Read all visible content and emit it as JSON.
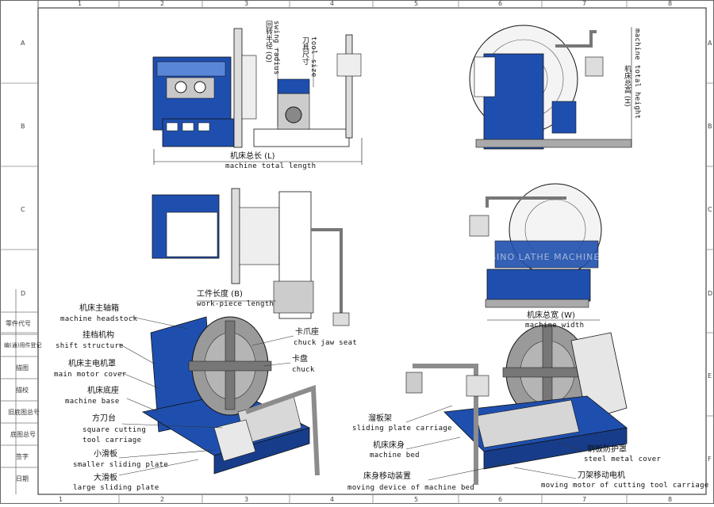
{
  "border": {
    "col_ticks": [
      "1",
      "2",
      "3",
      "4",
      "5",
      "6",
      "7",
      "8"
    ],
    "row_ticks": [
      "A",
      "B",
      "C",
      "D",
      "E",
      "F"
    ],
    "side_cells": [
      "零件代号",
      "编(通)用件登记",
      "描图",
      "描校",
      "旧底图总号",
      "底图总号",
      "签字",
      "日期"
    ]
  },
  "views": {
    "front": {
      "swing_radius_cn": "回转半径 (Q)",
      "swing_radius_en": "swing radius",
      "tool_size_cn": "刀具尺寸",
      "tool_size_en": "tool size",
      "total_length_cn": "机床总长 (L)",
      "total_length_en": "machine total length"
    },
    "side": {
      "total_height_cn": "机床总高 (H)",
      "total_height_en": "machine total height"
    },
    "top": {
      "workpiece_length_cn": "工件长度 (B)",
      "workpiece_length_en": "work-piece length"
    },
    "rear": {
      "total_width_cn": "机床总宽 (W)",
      "total_width_en": "machine width",
      "watermark": "SINO LATHE MACHINE"
    }
  },
  "left_callouts": [
    {
      "cn": "机床主轴箱",
      "en": "machine headstock"
    },
    {
      "cn": "挂档机构",
      "en": "shift structure"
    },
    {
      "cn": "机床主电机罩",
      "en": "main motor cover"
    },
    {
      "cn": "机床底座",
      "en": "machine base"
    },
    {
      "cn": "方刀台",
      "en": "square cutting tool carriage"
    },
    {
      "cn": "小滑板",
      "en": "smaller sliding plate"
    },
    {
      "cn": "大滑板",
      "en": "large sliding plate"
    },
    {
      "cn": "卡爪座",
      "en": "chuck jaw seat"
    },
    {
      "cn": "卡盘",
      "en": "chuck"
    }
  ],
  "right_callouts": [
    {
      "cn": "溜板架",
      "en": "sliding plate carriage"
    },
    {
      "cn": "机床床身",
      "en": "machine bed"
    },
    {
      "cn": "床身移动装置",
      "en": "moving device of machine bed"
    },
    {
      "cn": "钢板防护罩",
      "en": "steel metal cover"
    },
    {
      "cn": "刀架移动电机",
      "en": "moving motor of cutting tool carriage"
    }
  ],
  "colors": {
    "machine_blue": "#1f4fae",
    "light_blue": "#5a86d8",
    "steel_gray": "#9a9a9a",
    "frame": "#555555"
  }
}
